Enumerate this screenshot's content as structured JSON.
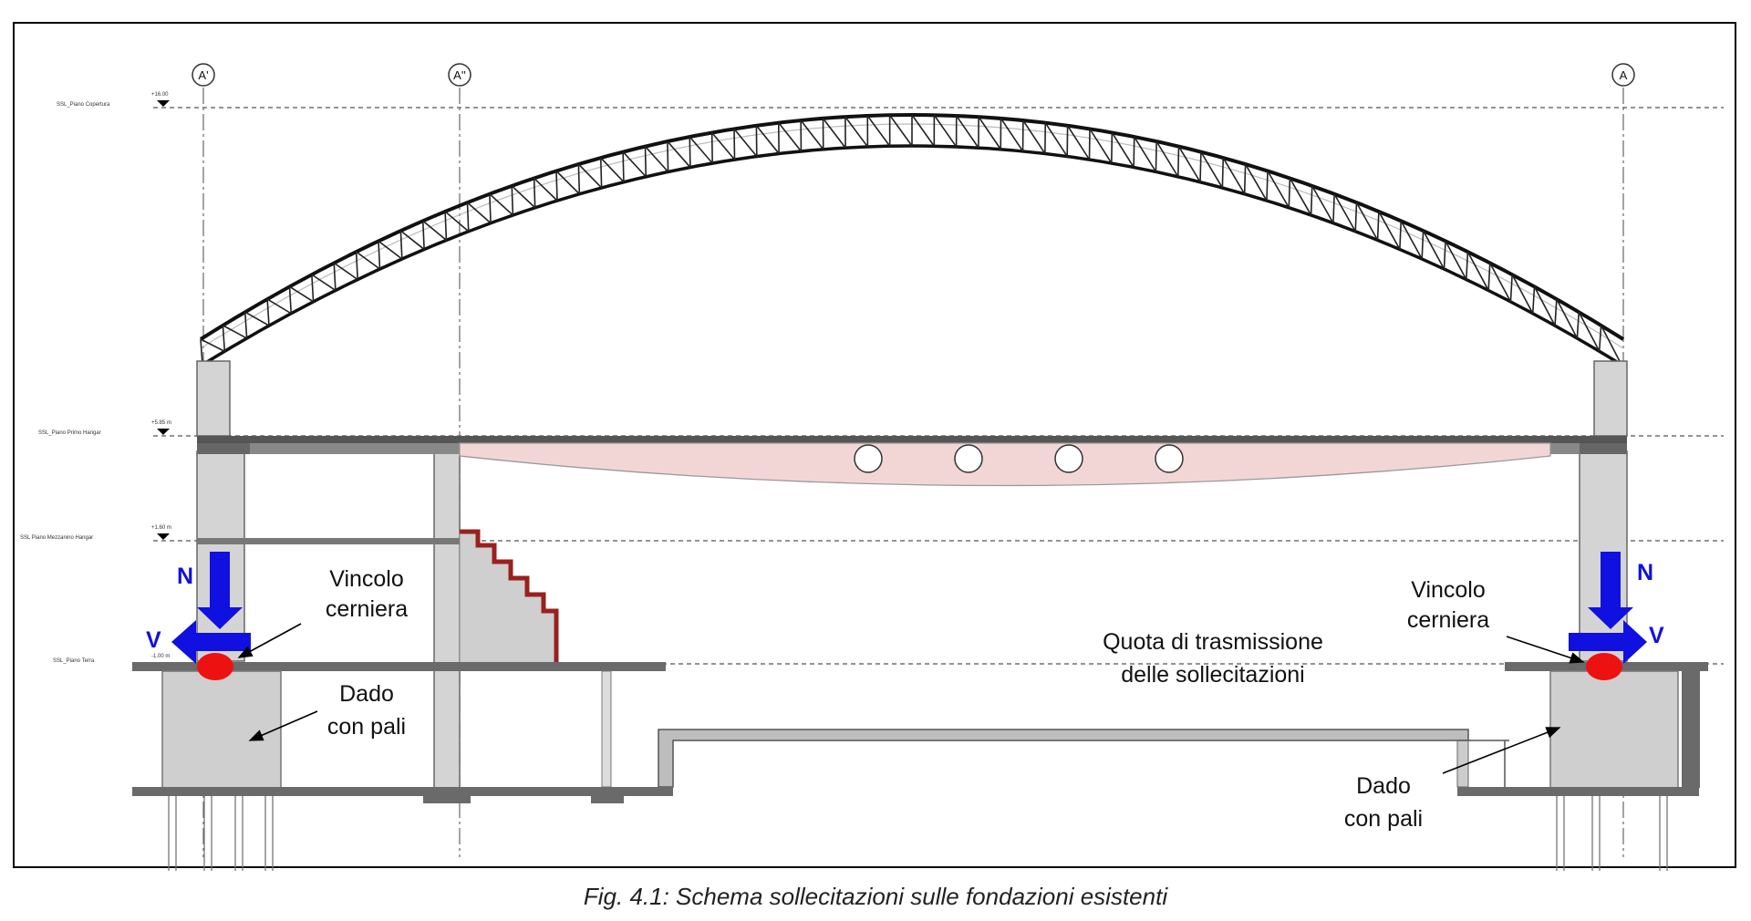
{
  "caption": "Fig. 4.1: Schema sollecitazioni sulle fondazioni esistenti",
  "grid_axes": [
    "A'",
    "A''",
    "A"
  ],
  "levels": [
    {
      "name": "SSL_Piano Copertura",
      "elevation": "+16.00"
    },
    {
      "name": "SSL_Piano Primo Hangar",
      "elevation": "+5.85 m"
    },
    {
      "name": "SSL Piano Mezzanino Hangar",
      "elevation": "+1.60 m"
    },
    {
      "name": "SSL_Piano Terra",
      "elevation": "-1.00 m"
    }
  ],
  "labels": {
    "force_n": "N",
    "force_v": "V",
    "vincolo_left_1": "Vincolo",
    "vincolo_left_2": "cerniera",
    "vincolo_right_1": "Vincolo",
    "vincolo_right_2": "cerniera",
    "dado_left_1": "Dado",
    "dado_left_2": "con pali",
    "dado_right_1": "Dado",
    "dado_right_2": "con pali",
    "quota_1": "Quota di trasmissione",
    "quota_2": "delle sollecitazioni"
  },
  "colors": {
    "force_arrow": "#1010e0",
    "hinge": "#ee1111",
    "beam_fill": "#f2d6d6",
    "concrete": "#c8c8c8",
    "stair": "#9a2020"
  }
}
